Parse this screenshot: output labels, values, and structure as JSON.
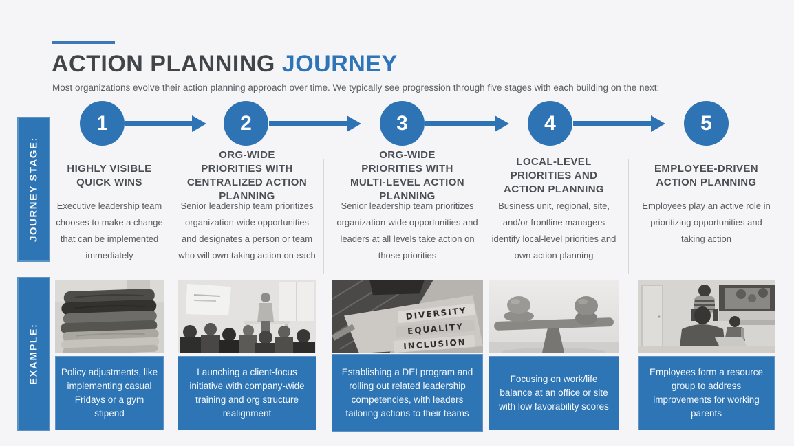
{
  "header": {
    "title_dark": "ACTION PLANNING",
    "title_accent": "JOURNEY",
    "subtitle": "Most organizations evolve their action planning approach over time. We typically see progression through five stages with each building on the next:"
  },
  "row_labels": {
    "stage": "JOURNEY STAGE:",
    "example": "EXAMPLE:"
  },
  "colors": {
    "accent_blue": "#2e75b5",
    "title_blue": "#2e74b8",
    "title_dark_gray": "#414549",
    "heading_gray": "#4a4e54",
    "body_gray": "#565a60",
    "background": "#f5f5f7"
  },
  "stages": [
    {
      "number": "1",
      "title": "HIGHLY VISIBLE\nQUICK WINS",
      "description": "Executive leadership team chooses to make a change that can be implemented immediately",
      "image": "folded-denim-stack-photo",
      "example": "Policy adjustments, like implementing casual Fridays or a gym stipend"
    },
    {
      "number": "2",
      "title": "ORG-WIDE\nPRIORITIES WITH\nCENTRALIZED ACTION\nPLANNING",
      "description": "Senior leadership team prioritizes organization-wide opportunities and designates a person or team who will own taking action on each",
      "image": "training-session-photo",
      "example": "Launching a client-focus initiative with company-wide training and org structure realignment"
    },
    {
      "number": "3",
      "title": "ORG-WIDE\nPRIORITIES WITH\nMULTI-LEVEL ACTION\nPLANNING",
      "description": "Senior leadership team prioritizes organization-wide opportunities and leaders at all levels take action on those priorities",
      "image": "diversity-equality-inclusion-notes-photo",
      "image_labels": [
        "DIVERSITY",
        "EQUALITY",
        "INCLUSION"
      ],
      "example": "Establishing a DEI program and rolling out related leadership competencies, with leaders tailoring actions to their teams"
    },
    {
      "number": "4",
      "title": "LOCAL-LEVEL\nPRIORITIES AND\nACTION PLANNING",
      "description": "Business unit, regional, site, and/or frontline managers identify local-level priorities and own action planning",
      "image": "balancing-stones-photo",
      "example": "Focusing on work/life balance at an office or site with low favorability scores"
    },
    {
      "number": "5",
      "title": "EMPLOYEE-DRIVEN\nACTION PLANNING",
      "description": "Employees play an active role in prioritizing opportunities and taking action",
      "image": "parent-working-with-children-photo",
      "example": "Employees form a resource group to address improvements for working parents"
    }
  ]
}
